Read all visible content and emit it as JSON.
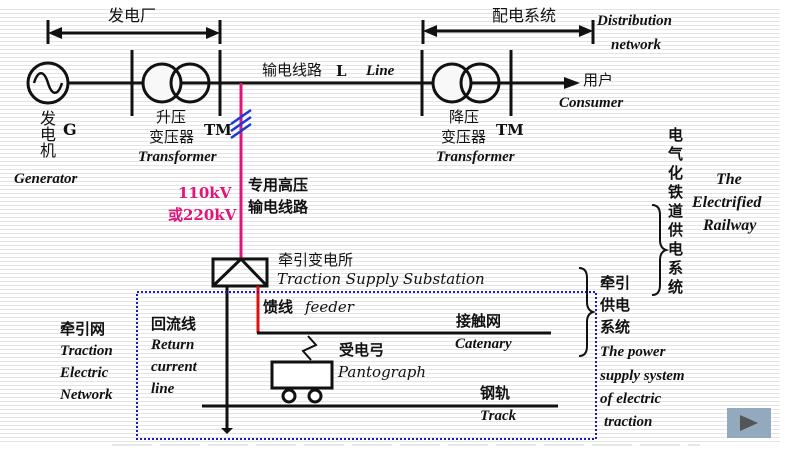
{
  "labels": {
    "power_plant": "发电厂",
    "distribution_system": "配电系统",
    "distribution_network_en_1": "Distribution",
    "distribution_network_en_2": "network",
    "transmission_line_cn": "输电线路",
    "line_symbol": "L",
    "line_en": "Line",
    "consumer_cn": "用户",
    "consumer_en": "Consumer",
    "generator_cn": "发电机",
    "generator_symbol": "G",
    "generator_en": "Generator",
    "step_up_cn_1": "升压",
    "step_up_cn_2": "变压器",
    "transformer_en": "Transformer",
    "tm_label": "TM",
    "step_down_cn_1": "降压",
    "step_down_cn_2": "变压器",
    "voltage_1": "110kV",
    "voltage_2": "或220kV",
    "dedicated_hv_line_1": "专用高压",
    "dedicated_hv_line_2": "输电线路",
    "traction_substation_cn": "牵引变电所",
    "traction_substation_en": "Traction Supply Substation",
    "feeder_cn": "馈线",
    "feeder_en": "feeder",
    "catenary_cn": "接触网",
    "catenary_en": "Catenary",
    "pantograph_cn": "受电弓",
    "pantograph_en": "Pantograph",
    "track_cn": "钢轨",
    "track_en": "Track",
    "return_line_cn": "回流线",
    "return_line_en_1": "Return",
    "return_line_en_2": "current",
    "return_line_en_3": "line",
    "traction_network_cn": "牵引网",
    "traction_network_en_1": "Traction",
    "traction_network_en_2": "Electric",
    "traction_network_en_3": "Network",
    "electrified_railway_cn": "电气化铁道供电系统",
    "electrified_railway_en_1": "The",
    "electrified_railway_en_2": "Electrified",
    "electrified_railway_en_3": "Railway",
    "traction_power_cn_1": "牵引",
    "traction_power_cn_2": "供电",
    "traction_power_cn_3": "系统",
    "traction_power_en_1": "The power",
    "traction_power_en_2": "supply system",
    "traction_power_en_3": "of  electric",
    "traction_power_en_4": "traction"
  },
  "colors": {
    "hv_line": "#e0157a",
    "feeder": "#e01010",
    "boundary": "#1a1acc",
    "tm_mark": "#1a3ad8"
  },
  "navigation": {
    "next_icon": "play-triangle-icon"
  }
}
